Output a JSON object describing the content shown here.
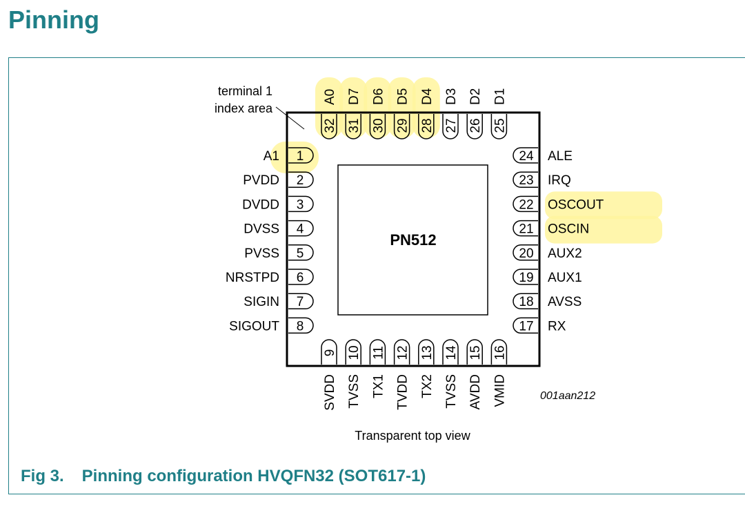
{
  "page": {
    "title": "Pinning",
    "accent_color": "#1f7f87",
    "highlight_color": "#fff59d"
  },
  "figure": {
    "caption_number": "Fig 3.",
    "caption_text": "Pinning configuration HVQFN32 (SOT617-1)",
    "chip_name": "PN512",
    "terminal_label_line1": "terminal 1",
    "terminal_label_line2": "index area",
    "view_label": "Transparent top view",
    "drawing_id": "001aan212"
  },
  "pins": {
    "left": [
      {
        "num": "1",
        "name": "A1",
        "highlighted": true
      },
      {
        "num": "2",
        "name": "PVDD",
        "highlighted": false
      },
      {
        "num": "3",
        "name": "DVDD",
        "highlighted": false
      },
      {
        "num": "4",
        "name": "DVSS",
        "highlighted": false
      },
      {
        "num": "5",
        "name": "PVSS",
        "highlighted": false
      },
      {
        "num": "6",
        "name": "NRSTPD",
        "highlighted": false
      },
      {
        "num": "7",
        "name": "SIGIN",
        "highlighted": false
      },
      {
        "num": "8",
        "name": "SIGOUT",
        "highlighted": false
      }
    ],
    "bottom": [
      {
        "num": "9",
        "name": "SVDD"
      },
      {
        "num": "10",
        "name": "TVSS"
      },
      {
        "num": "11",
        "name": "TX1"
      },
      {
        "num": "12",
        "name": "TVDD"
      },
      {
        "num": "13",
        "name": "TX2"
      },
      {
        "num": "14",
        "name": "TVSS"
      },
      {
        "num": "15",
        "name": "AVDD"
      },
      {
        "num": "16",
        "name": "VMID"
      }
    ],
    "right": [
      {
        "num": "24",
        "name": "ALE",
        "highlighted": false
      },
      {
        "num": "23",
        "name": "IRQ",
        "highlighted": false
      },
      {
        "num": "22",
        "name": "OSCOUT",
        "highlighted": true
      },
      {
        "num": "21",
        "name": "OSCIN",
        "highlighted": true
      },
      {
        "num": "20",
        "name": "AUX2",
        "highlighted": false
      },
      {
        "num": "19",
        "name": "AUX1",
        "highlighted": false
      },
      {
        "num": "18",
        "name": "AVSS",
        "highlighted": false
      },
      {
        "num": "17",
        "name": "RX",
        "highlighted": false
      }
    ],
    "top": [
      {
        "num": "32",
        "name": "A0",
        "highlighted": true
      },
      {
        "num": "31",
        "name": "D7",
        "highlighted": true
      },
      {
        "num": "30",
        "name": "D6",
        "highlighted": true
      },
      {
        "num": "29",
        "name": "D5",
        "highlighted": true
      },
      {
        "num": "28",
        "name": "D4",
        "highlighted": true
      },
      {
        "num": "27",
        "name": "D3",
        "highlighted": false
      },
      {
        "num": "26",
        "name": "D2",
        "highlighted": false
      },
      {
        "num": "25",
        "name": "D1",
        "highlighted": false
      }
    ]
  }
}
